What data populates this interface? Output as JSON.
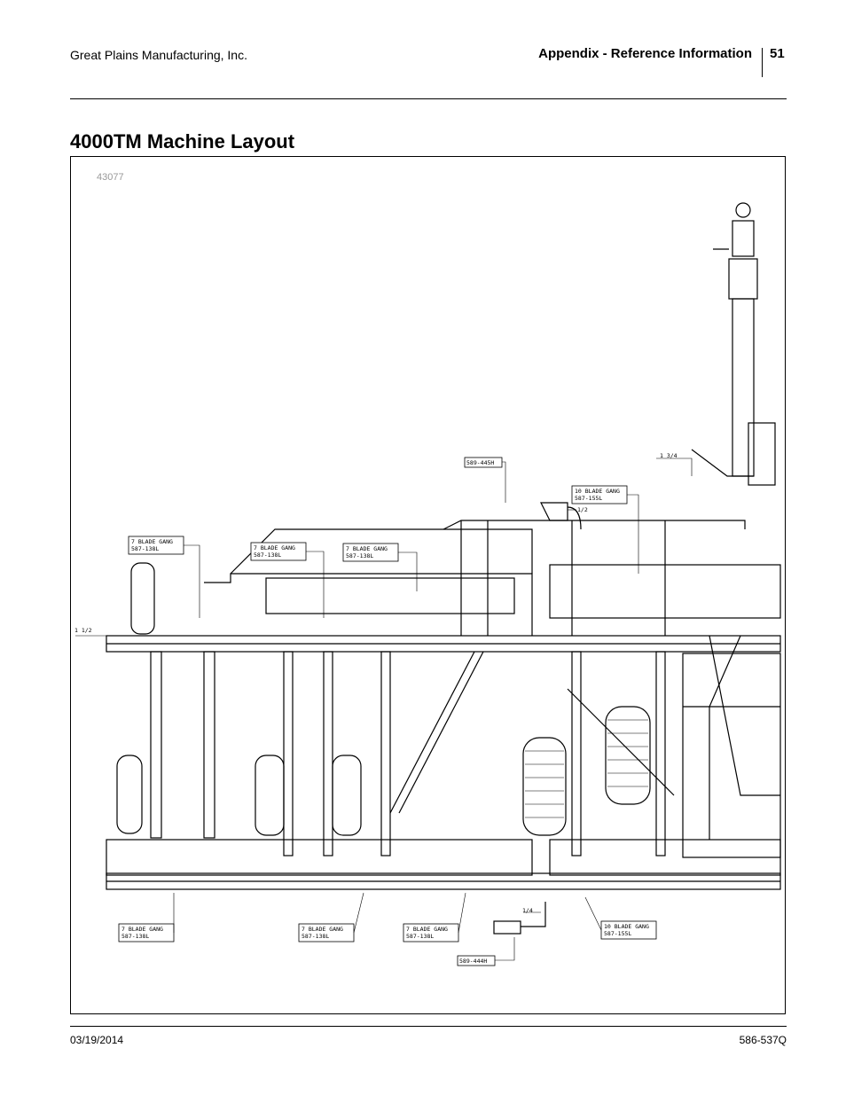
{
  "header": {
    "company": "Great Plains Manufacturing, Inc.",
    "section": "Appendix - Reference Information",
    "page_number": "51"
  },
  "title": "4000TM Machine Layout",
  "figure": {
    "id": "43077",
    "callouts": {
      "top_left": [
        "7 BLADE GANG",
        "587-138L"
      ],
      "top_mid1": [
        "7 BLADE GANG",
        "587-138L"
      ],
      "top_mid2": [
        "7 BLADE GANG",
        "587-138L"
      ],
      "top_right": [
        "10 BLADE GANG",
        "587-155L"
      ],
      "bot_left": [
        "7 BLADE GANG",
        "587-138L"
      ],
      "bot_mid1": [
        "7 BLADE GANG",
        "587-138L"
      ],
      "bot_mid2": [
        "7 BLADE GANG",
        "587-138L"
      ],
      "bot_right": [
        "10 BLADE GANG",
        "587-155L"
      ],
      "part_top": "589-445H",
      "part_bottom": "589-444H"
    },
    "dimensions": {
      "left": "1 1/2",
      "top_half": "1/2",
      "top_3_4": "1 3/4",
      "bottom_quarter": "1/4"
    }
  },
  "footer": {
    "date": "03/19/2014",
    "doc_number": "586-537Q"
  }
}
